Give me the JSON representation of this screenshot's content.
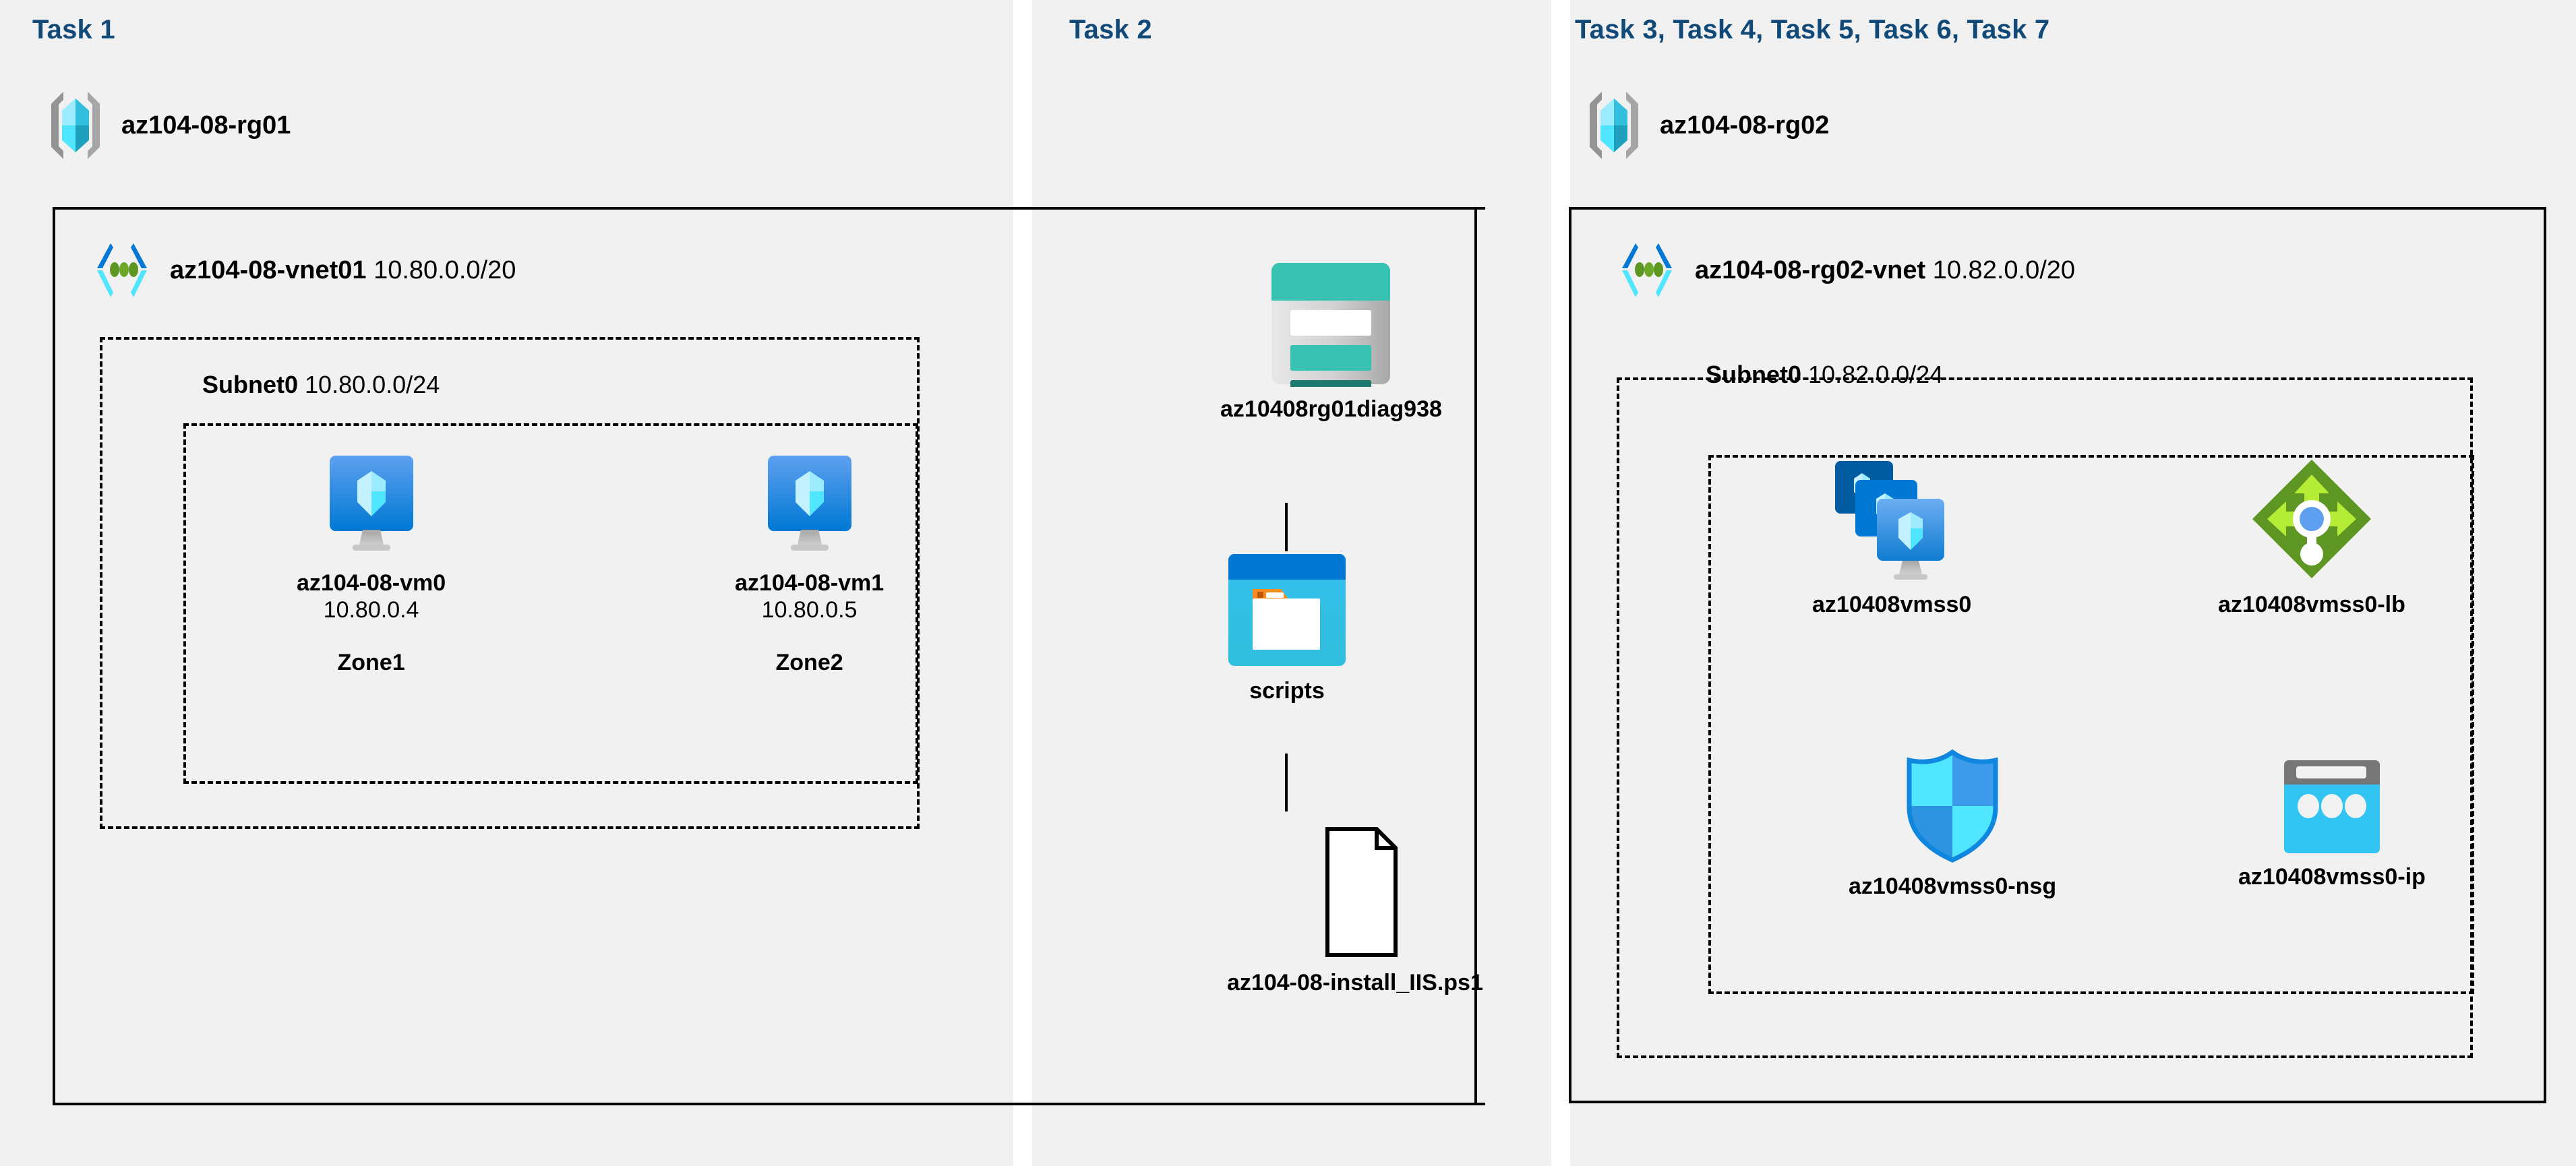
{
  "headings": {
    "task1": "Task 1",
    "task2": "Task 2",
    "task3": "Task 3, Task 4, Task 5, Task 6, Task 7"
  },
  "colors": {
    "heading": "#114A78",
    "panel_background": "#F1F1F1",
    "page_background": "#FFFFFF",
    "border": "#000000",
    "azure_blue": "#0078D4",
    "azure_blue_dark": "#005BA1",
    "azure_blue_light": "#50A0E8",
    "azure_cyan": "#32BEDD",
    "storage_teal": "#37C2B1",
    "storage_teal_dark": "#1E7A6E",
    "lb_green": "#5E9624",
    "lb_green_light": "#B4EC36",
    "folder_orange": "#F78D1E",
    "gray_bracket": "#949494"
  },
  "resource_groups": [
    {
      "id": "rg01",
      "name": "az104-08-rg01",
      "icon": "resource-group-icon"
    },
    {
      "id": "rg02",
      "name": "az104-08-rg02",
      "icon": "resource-group-icon"
    }
  ],
  "vnets": [
    {
      "id": "vnet01",
      "name": "az104-08-vnet01",
      "cidr": "10.80.0.0/20",
      "icon": "virtual-network-icon"
    },
    {
      "id": "vnet02",
      "name": "az104-08-rg02-vnet",
      "cidr": "10.82.0.0/20",
      "icon": "virtual-network-icon"
    }
  ],
  "subnets": [
    {
      "id": "subnet0-left",
      "name": "Subnet0",
      "cidr": "10.80.0.0/24"
    },
    {
      "id": "subnet0-right",
      "name": "Subnet0",
      "cidr": "10.82.0.0/24"
    }
  ],
  "task1_nodes": [
    {
      "id": "vm0",
      "name": "az104-08-vm0",
      "ip": "10.80.0.4",
      "zone": "Zone1",
      "icon": "virtual-machine-icon"
    },
    {
      "id": "vm1",
      "name": "az104-08-vm1",
      "ip": "10.80.0.5",
      "zone": "Zone2",
      "icon": "virtual-machine-icon"
    }
  ],
  "task2_nodes": [
    {
      "id": "storage",
      "name": "az10408rg01diag938",
      "icon": "storage-account-icon"
    },
    {
      "id": "container",
      "name": "scripts",
      "icon": "blob-container-icon"
    },
    {
      "id": "script",
      "name": "az104-08-install_IIS.ps1",
      "icon": "file-document-icon"
    }
  ],
  "task3_nodes": [
    {
      "id": "vmss",
      "name": "az10408vmss0",
      "icon": "vm-scale-set-icon"
    },
    {
      "id": "vmss-lb",
      "name": "az10408vmss0-lb",
      "icon": "load-balancer-icon"
    },
    {
      "id": "vmss-nsg",
      "name": "az10408vmss0-nsg",
      "icon": "network-security-group-icon"
    },
    {
      "id": "vmss-ip",
      "name": "az10408vmss0-ip",
      "icon": "public-ip-address-icon"
    }
  ]
}
